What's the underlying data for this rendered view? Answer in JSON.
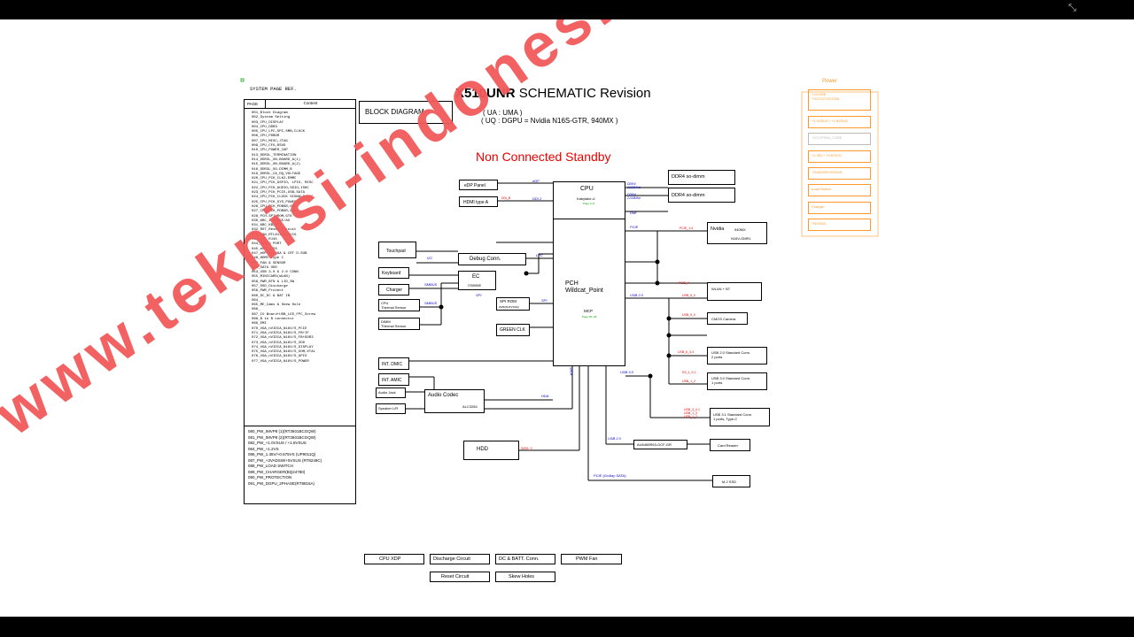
{
  "viewer": {
    "fullscreen_icon": "fullscreen-exit-icon"
  },
  "header": {
    "system_page_ref": "SYSTEM PAGE REF.",
    "title_bold": "X510UNR",
    "title_rest": " SCHEMATIC Revision",
    "variant1": "( UA : UMA )",
    "variant2": "( UQ : DGPU = Nvidia N16S-GTR, 940MX )",
    "block_diagram": "BLOCK DIAGRAM",
    "standby": "Non Connected Standby"
  },
  "toc": {
    "col_page": "PAGE",
    "col_content": "Content",
    "items": [
      "001_Block Diagram",
      "002_System Setting",
      "003_CPU_DISPLAY",
      "004_CPU_DDR3",
      "005_CPU_LPC,SPI,SMB,CLOCK",
      "006_CPU_PDBGR",
      "007_CPU_MISC,JTAG",
      "009_CPU_CFG,RSVD",
      "010_CPU_POWER_CAP",
      "013_DDR3L_TERMINATION",
      "014_DDR3L_ON-BOARD_A(1)",
      "015_DDR3L_ON-BOARD_A(2)",
      "016_DDR3L_SO-DIMM_B",
      "019_DDR3L_CA_DQ_VOLTAGE",
      "020_CPU_PCH_CLK2,EMMC",
      "021_CPU_PCH_GSPIO, LPIO, MISC",
      "022_CPU_PCH_AUDIO,SDIO,ISHC",
      "023_CPU_PCH_PCIE,USB,SATA",
      "024_CPU_PCH_CLOCK SIGNALS,RTC",
      "025_CPU_PCH_SYS_POWER",
      "026_CPU_PCH_PDBGR,GND",
      "027_CPU_PCH_PDBGR,GND",
      "028_PCH-SPI ROM,GTK",
      "030_KBC_IT8995E/AX",
      "031_KBC_KB,TP",
      "032_RST_Reset Circuit",
      "033_LAN_RTL8111GUS+CG",
      "034_LAN_RJ45",
      "044_DEBUG PORT",
      "045_eDP_LVDS",
      "047_eDP to VGA & CRT D-SUB",
      "048_HDMI+type C",
      "050_FAN & SENSOR",
      "051_SATA ODD",
      "053_USB 3.0 & 2.0 CONN",
      "055_MINICARD(WLAN)",
      "056_PWR_BTN & LID_SW",
      "057_SSD_Discharge",
      "058_PWR_Protect",
      "060_DC_DC & BAT IN",
      "064_",
      "065_ME_Cams & Skew Hole",
      "066_",
      "067_IO Board+USB_LED_FPC_Screw",
      "068_B to B connector",
      "069_EMI",
      "070_VGA_nVIDIA_N16V/S_PCIE",
      "071_VGA_nVIDIA_N16V/S_FB+IF",
      "072_VGA_nVIDIA_N16V/S_FB+DDR3",
      "073_VGA_nVIDIA_N16V/S_VDD",
      "074_VGA_nVIDIA_N16V/S_DISPLAY",
      "075_VGA_nVIDIA_N16V/S_XOM,XTAL",
      "076_VGA_nVIDIA_N16V/S_GPIO",
      "077_VGA_nVIDIA_N16V/S_POWER"
    ],
    "items2": [
      "080_PW_IMVP8 (1)(RT3601BCGQW)",
      "081_PW_IMVP8 (2)(RT3601BCGQW)",
      "082_PW_+1.0VSUS / +1.8VSUS",
      "084_PW_+1.2VS",
      "086_PW_1.35V/+0.675VS (UP9011Q)",
      "087_PW_+3VADSW/+5VSUS (RT8249C)",
      "088_PW_LOAD SWITCH",
      "089_PW_CHARGER(BQ24780)",
      "090_PW_PROTECTION",
      "091_PW_DGPU_2PHASE(RT8815A)"
    ]
  },
  "power": {
    "title": "Power",
    "items": [
      "+VCORE\n+VCCGT/VCCSA",
      "+1.0VSUS / +1.8VSUS",
      "+VCCPRIM_CORE",
      "+1.35V / +0.675VS",
      "+3VADSW+5VSUS",
      "Load Switch",
      "Charger",
      "+NVVDD"
    ]
  },
  "blocks": {
    "cpu": "CPU",
    "cpu_sub": "Kabylake-U",
    "cpu_pg": "Page 3~9",
    "pch": "PCH",
    "pch_sub": "Wildcat_Point",
    "mcp": "MCP",
    "mcp_pg": "Page 20~28",
    "edp": "eDP Panel",
    "hdmi": "HDMI type A",
    "ddr1": "DDR4 so-dimm",
    "ddr2": "DDR4 so-dimm",
    "nvidia": "Nvidia",
    "nvidia_model": "940MX",
    "nvidia_sub": "N16V-GMR1",
    "touchpad": "Touchpad",
    "keyboard": "Keyboard",
    "charger": "Charger",
    "debug": "Debug Conn.",
    "ec": "EC",
    "ec_sub": "IT8995E",
    "cpu_sensor": "CPU\nThermal Sensor",
    "dimm_sensor": "DIMM\nThermal Sensor",
    "spi_rom": "SPI ROM",
    "spi_sub": "W25Q64FVSSIQ",
    "green_clk": "GREEN CLK",
    "wlan": "WLAN + BT",
    "cmos": "CMOS Camera",
    "usb20": "USB 2.0 Standard Conn.\n2 ports",
    "usb30": "USB 3.0 Standard Conn.\n1 ports",
    "usb31": "USB 3.1 Standard Conn.\n1 ports, Type-C",
    "au": "AU6465R63-GCF-GR",
    "card": "Card Reader",
    "m2": "M.2 SSD",
    "int_dmic": "INT. DMIC",
    "int_amic": "INT. AMIC",
    "audio_jack": "Audio Jack",
    "speaker": "Speaker L/R",
    "codec": "Audio Codec",
    "codec_sub": "ALC3284",
    "hdd": "HDD",
    "cpu_xdp": "CPU XDP",
    "discharge": "Discharge Circuit",
    "dc_batt": "DC & BATT. Conn.",
    "pwm_fan": "PWM Fan",
    "reset": "Reset Circuit",
    "skew": "Skew Holes"
  },
  "buses": {
    "edp": "eDP",
    "ddi": "DDI 2",
    "ddr_a": "DDR4\n2133MHz",
    "ddr_b": "DDR4\n2133MHz",
    "dmi": "DMI",
    "pcie": "PCIE",
    "i2c": "I2C",
    "lpc": "LPC",
    "smbus1": "SMBUS",
    "smbus2": "SMBUS",
    "spi1": "SPI",
    "spi2": "SPI",
    "usb20": "USB 2.0",
    "usb30": "USB 3.0",
    "usb20b": "USB 2.0",
    "hda": "HDA",
    "sata": "SATA",
    "pcie_ssd": "PCIE (Gx4lay SATA)"
  },
  "nets": {
    "hdmi": "DDI_B",
    "wlan": "PCIE_4",
    "usb_a": "USB_5_0",
    "usb_b": "USB_5_0",
    "usb_c": "USB_6_3,4",
    "usb_d": "SS_1_0,1",
    "usb_e": "USB_1_2",
    "usb_f": "USB_3_0,1\nUSB_1_3\nUSB_1_2",
    "hdd": "SATA_0",
    "nvidia": "PCIE_1-4"
  },
  "watermark": "www.teknisi-indonesia.com"
}
